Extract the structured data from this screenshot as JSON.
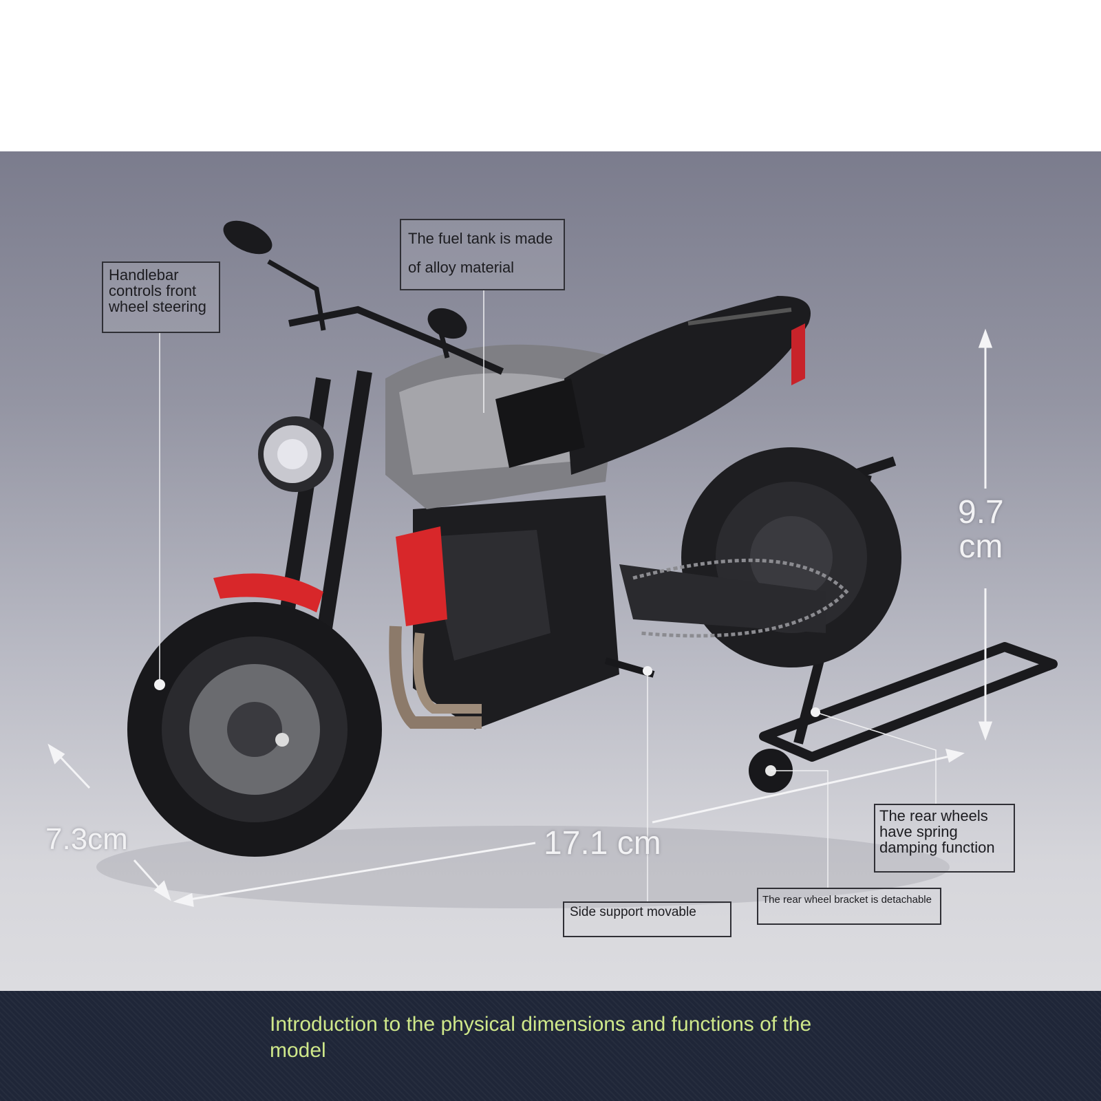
{
  "callouts": {
    "handlebar": "Handlebar controls front wheel steering",
    "fuel_tank": "The fuel tank is made of alloy material",
    "rear_wheels": "The rear wheels have spring damping function",
    "side_support": "Side support movable",
    "rear_bracket": "The rear wheel bracket is detachable"
  },
  "dimensions": {
    "height_value": "9.7",
    "height_unit": "cm",
    "width": "7.3cm",
    "length": "17.1 cm"
  },
  "caption": "Introduction to the physical dimensions and functions of the model",
  "colors": {
    "caption_text": "#cfe88a",
    "footer_bg": "#1f2638",
    "accent_red": "#d8272a"
  }
}
